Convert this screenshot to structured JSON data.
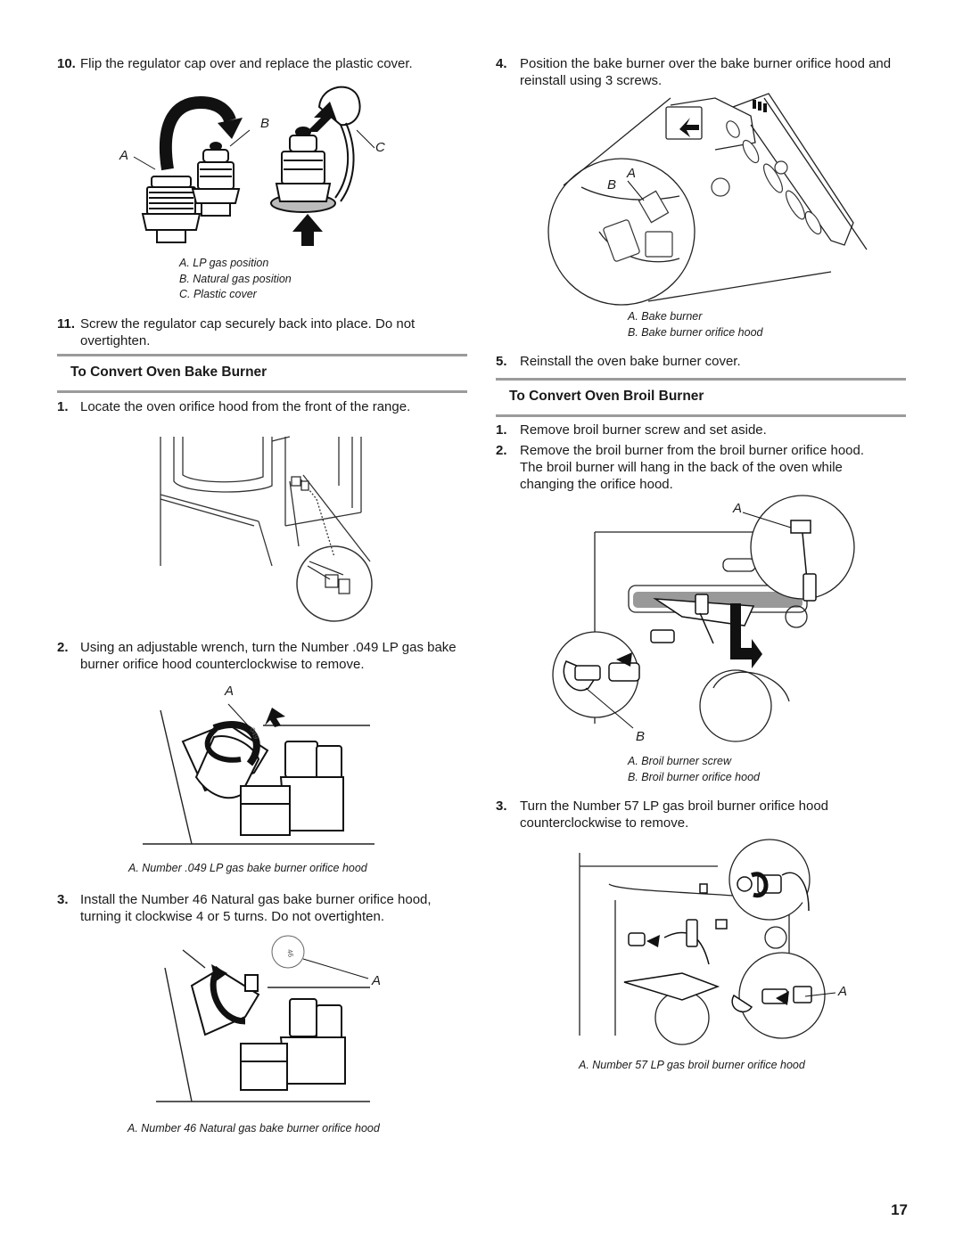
{
  "page_number": "17",
  "left": {
    "step10": {
      "num": "10.",
      "text": "Flip the regulator cap over and replace the plastic cover."
    },
    "fig1": {
      "labels": {
        "a": "A",
        "b": "B",
        "c": "C"
      },
      "captions": [
        "A. LP gas position",
        "B. Natural gas position",
        "C. Plastic cover"
      ]
    },
    "step11": {
      "num": "11.",
      "text": "Screw the regulator cap securely back into place. Do not overtighten."
    },
    "section_title": "To Convert Oven Bake Burner",
    "step1": {
      "num": "1.",
      "text": "Locate the oven orifice hood from the front of the range."
    },
    "step2": {
      "num": "2.",
      "text": "Using an adjustable wrench, turn the Number .049 LP gas bake burner orifice hood counterclockwise to remove."
    },
    "fig3": {
      "label": "A",
      "stamp": "049",
      "caption": "A. Number .049 LP gas bake burner orifice hood"
    },
    "step3": {
      "num": "3.",
      "text": "Install the Number 46 Natural gas bake burner orifice hood, turning it clockwise 4 or 5 turns. Do not overtighten."
    },
    "fig4": {
      "label": "A",
      "stamp": "46",
      "caption": "A. Number 46 Natural gas bake burner orifice hood"
    }
  },
  "right": {
    "step4": {
      "num": "4.",
      "text": "Position the bake burner over the bake burner orifice hood and reinstall using 3 screws."
    },
    "fig5": {
      "labels": {
        "a": "A",
        "b": "B"
      },
      "captions": [
        "A. Bake burner",
        "B. Bake burner orifice hood"
      ]
    },
    "step5": {
      "num": "5.",
      "text": "Reinstall the oven bake burner cover."
    },
    "section_title": "To Convert Oven Broil Burner",
    "step1": {
      "num": "1.",
      "text": "Remove broil burner screw and set aside."
    },
    "step2": {
      "num": "2.",
      "text": "Remove the broil burner from the broil burner orifice hood. The broil burner will hang in the back of the oven while changing the orifice hood."
    },
    "fig6": {
      "labels": {
        "a": "A",
        "b": "B"
      },
      "captions": [
        "A. Broil burner screw",
        "B. Broil burner orifice hood"
      ]
    },
    "step3": {
      "num": "3.",
      "text": "Turn the Number 57 LP gas broil burner orifice hood counterclockwise to remove."
    },
    "fig7": {
      "label": "A",
      "caption": "A. Number 57 LP gas broil burner orifice hood"
    }
  }
}
